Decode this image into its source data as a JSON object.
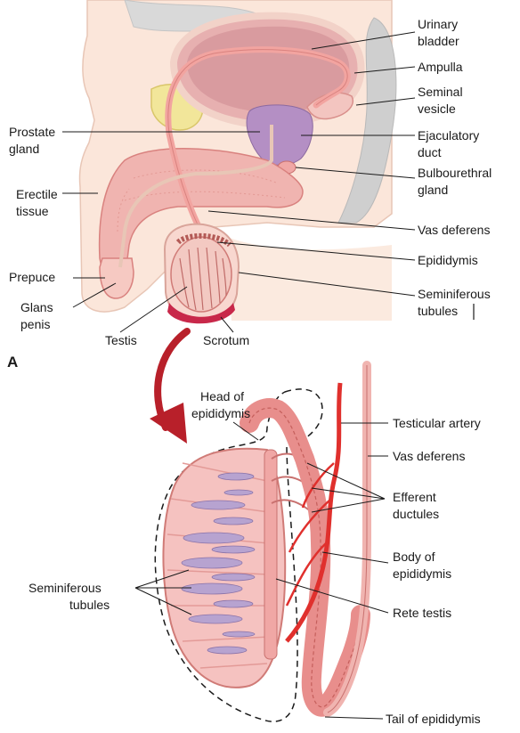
{
  "panel_a": {
    "letter": "A",
    "labels": {
      "urinary_bladder_1": "Urinary",
      "urinary_bladder_2": "bladder",
      "ampulla": "Ampulla",
      "seminal_vesicle_1": "Seminal",
      "seminal_vesicle_2": "vesicle",
      "prostate_1": "Prostate",
      "prostate_2": "gland",
      "ejaculatory_1": "Ejaculatory",
      "ejaculatory_2": "duct",
      "erectile_1": "Erectile",
      "erectile_2": "tissue",
      "bulbourethral_1": "Bulbourethral",
      "bulbourethral_2": "gland",
      "vas_deferens": "Vas deferens",
      "epididymis": "Epididymis",
      "prepuce": "Prepuce",
      "seminiferous_1": "Seminiferous",
      "seminiferous_2": "tubules",
      "glans_1": "Glans",
      "glans_2": "penis",
      "testis": "Testis",
      "scrotum": "Scrotum"
    }
  },
  "panel_b": {
    "labels": {
      "head_epi_1": "Head of",
      "head_epi_2": "epididymis",
      "testicular_artery": "Testicular artery",
      "vas_deferens": "Vas deferens",
      "efferent_1": "Efferent",
      "efferent_2": "ductules",
      "body_epi_1": "Body of",
      "body_epi_2": "epididymis",
      "seminiferous_1": "Seminiferous",
      "seminiferous_2": "tubules",
      "rete_testis": "Rete testis",
      "tail_epi": "Tail of epididymis"
    }
  },
  "colors": {
    "skin": "#f9e3d6",
    "tissue_pink": "#f0a7a5",
    "tubule_fill": "#f5c2c0",
    "bladder": "#e7b0b0",
    "prostate": "#b48fc4",
    "artery": "#e0302d",
    "duct": "#e88e8c",
    "arrow": "#b8202a",
    "bone": "#f2e69a",
    "tubule_lumen": "#b7a3d0"
  }
}
